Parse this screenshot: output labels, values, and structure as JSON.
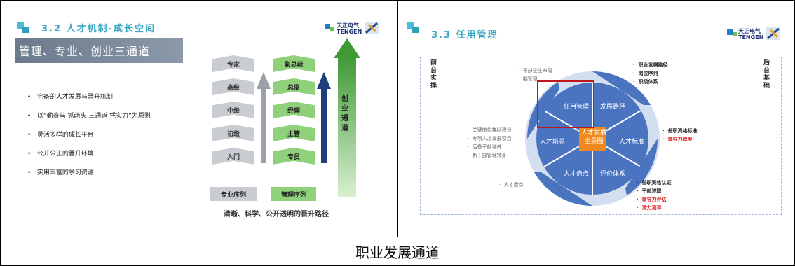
{
  "left_slide": {
    "header_title": "3.2 人才机制-成长空间",
    "logo_text": [
      "天正电气",
      "TENGEN"
    ],
    "banner": "管理、专业、创业三通道",
    "bullets": [
      "完备的人才发展与晋升机制",
      "以“勤赛马 抓两头 三通道 凭实力”为原则",
      "灵活多样的成长平台",
      "公开公正的晋升环境",
      "实用丰富的学习资源"
    ],
    "professional_levels": [
      "专家",
      "高级",
      "中级",
      "初级",
      "入门"
    ],
    "professional_label": "专业序列",
    "management_levels": [
      "副总裁",
      "总监",
      "经理",
      "主管",
      "专员"
    ],
    "management_label": "管理序列",
    "startup_label": "创业通道",
    "footer": "清晰、科学、公开透明的晋升路径"
  },
  "right_slide": {
    "header_title": "3.3 任用管理",
    "logo_text": [
      "天正电气",
      "TENGEN"
    ],
    "left_side_label": "前台实操",
    "right_side_label": "后台基础",
    "center": "人才发展全景图",
    "segments": {
      "top_left": "任用管理",
      "top_right": "发展路径",
      "right": "人才标准",
      "bottom_right": "评价体系",
      "bottom_left": "人才盘点",
      "left": "人才培养"
    },
    "notes_top_left": [
      "干部全生命周",
      "期管理"
    ],
    "notes_left": [
      "关键岗位梯队建设",
      "专项人才发展项目",
      "后备干部培养",
      "新干部管理转身"
    ],
    "notes_bottom_left": [
      "人才盘点"
    ],
    "notes_top_right": [
      "职业发展路径",
      "岗位序列",
      "职级体系"
    ],
    "notes_right": [
      {
        "text": "任职资格标准",
        "color": "#222222"
      },
      {
        "text": "领导力模型",
        "color": "#e02020"
      }
    ],
    "notes_bottom_right": [
      {
        "text": "任职资格认证",
        "color": "#222222"
      },
      {
        "text": "干部述职",
        "color": "#222222"
      },
      {
        "text": "领导力评估",
        "color": "#e02020"
      },
      {
        "text": "潜力测评",
        "color": "#e02020"
      }
    ]
  },
  "caption": "职业发展通道",
  "colors": {
    "accent_blue": "#3aa6c4",
    "ring_blue": "#4a74c0",
    "center_orange": "#f08a1e",
    "green": "#6bbf4e",
    "highlight_red": "#c0161c"
  }
}
